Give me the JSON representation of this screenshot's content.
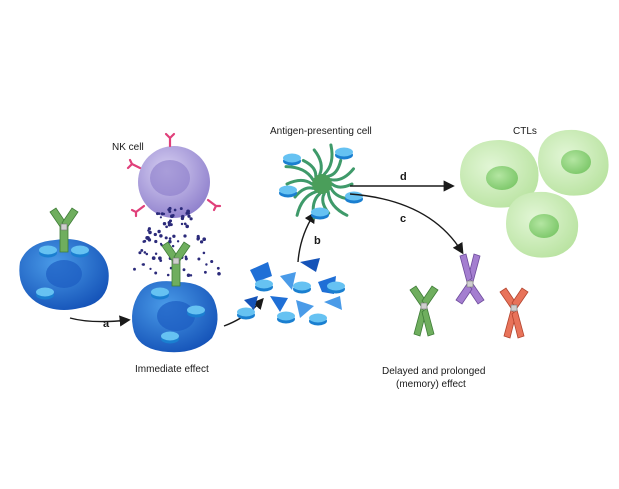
{
  "labels": {
    "nk_cell": "NK cell",
    "apc": "Antigen-presenting cell",
    "ctls": "CTLs",
    "immediate": "Immediate effect",
    "delayed_line1": "Delayed and prolonged",
    "delayed_line2": "(memory) effect"
  },
  "steps": {
    "a": "a",
    "b": "b",
    "c": "c",
    "d": "d"
  },
  "colors": {
    "tumor_blue": "#1f6fd6",
    "tumor_light": "#5fb2ee",
    "nk_purple": "#a79bd8",
    "granule_navy": "#2b2a7a",
    "receptor_pink": "#e0407a",
    "ctl_green": "#c7ecb4",
    "ctl_nucleus": "#8fd27c",
    "antibody_green": "#5f9a4f",
    "antibody_purple": "#9e74c8",
    "antibody_red": "#e2634a"
  }
}
